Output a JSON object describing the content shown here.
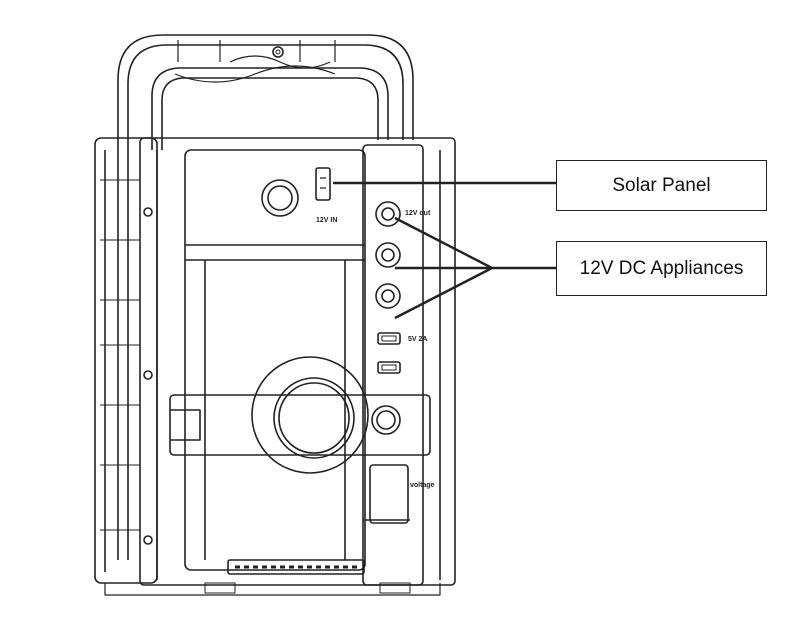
{
  "callouts": {
    "solar_panel": "Solar Panel",
    "dc_appliances": "12V DC Appliances"
  },
  "device_labels": {
    "input": "12V IN",
    "output": "12V out",
    "usb": "5V 2A",
    "voltage": "voltage"
  },
  "colors": {
    "line": "#222222",
    "background": "#ffffff"
  }
}
